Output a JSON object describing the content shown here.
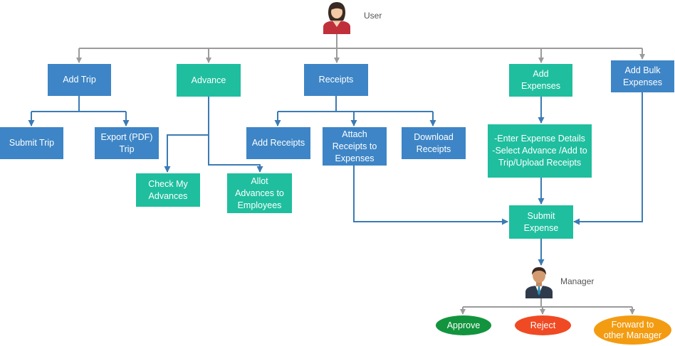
{
  "colors": {
    "blue_box": "#3d85c6",
    "teal_box": "#1fbe9e",
    "blue_connector": "#3b7bb4",
    "gray_connector": "#9b9b9b",
    "approve": "#12943e",
    "reject": "#f04a24",
    "forward": "#f39c12"
  },
  "user": {
    "label": "User",
    "icon": "user-avatar-icon"
  },
  "manager": {
    "label": "Manager",
    "icon": "manager-avatar-icon"
  },
  "nodes": {
    "add_trip": "Add Trip",
    "advance": "Advance",
    "receipts": "Receipts",
    "add_expenses": "Add\nExpenses",
    "add_bulk_expenses": "Add Bulk\nExpenses",
    "submit_trip": "Submit Trip",
    "export_pdf_trip": "Export (PDF)\nTrip",
    "check_my_advances": "Check My\nAdvances",
    "allot_advances": "Allot\nAdvances to\nEmployees",
    "add_receipts": "Add Receipts",
    "attach_receipts": "Attach\nReceipts to\nExpenses",
    "download_receipts": "Download\nReceipts",
    "expense_details": "-Enter Expense Details\n-Select Advance /Add to\nTrip/Upload Receipts",
    "submit_expense": "Submit\nExpense"
  },
  "actions": {
    "approve": "Approve",
    "reject": "Reject",
    "forward": "Forward to\nother Manager"
  }
}
